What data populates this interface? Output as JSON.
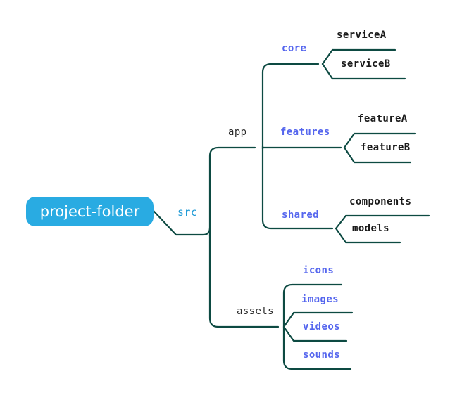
{
  "diagram": {
    "title": "project-folder",
    "type": "mindmap-tree",
    "colors": {
      "root_fill": "#29abe2",
      "root_text": "#ffffff",
      "branch_stroke": "#0d4a42",
      "accent_blue": "#5566ee",
      "cyan_blue": "#1e9ad6",
      "dark_text": "#1a1a1a",
      "background": "#ffffff"
    },
    "root": {
      "label": "project-folder"
    },
    "level1": {
      "src": "src"
    },
    "level2": {
      "app": "app",
      "assets": "assets"
    },
    "level3": {
      "core": "core",
      "features": "features",
      "shared": "shared",
      "icons": "icons",
      "images": "images",
      "videos": "videos",
      "sounds": "sounds"
    },
    "level4": {
      "serviceA": "serviceA",
      "serviceB": "serviceB",
      "featureA": "featureA",
      "featureB": "featureB",
      "components": "components",
      "models": "models"
    },
    "tree": [
      {
        "label": "project-folder",
        "children": [
          {
            "label": "src",
            "children": [
              {
                "label": "app",
                "children": [
                  {
                    "label": "core",
                    "children": [
                      {
                        "label": "serviceA"
                      },
                      {
                        "label": "serviceB"
                      }
                    ]
                  },
                  {
                    "label": "features",
                    "children": [
                      {
                        "label": "featureA"
                      },
                      {
                        "label": "featureB"
                      }
                    ]
                  },
                  {
                    "label": "shared",
                    "children": [
                      {
                        "label": "components"
                      },
                      {
                        "label": "models"
                      }
                    ]
                  }
                ]
              },
              {
                "label": "assets",
                "children": [
                  {
                    "label": "icons"
                  },
                  {
                    "label": "images"
                  },
                  {
                    "label": "videos"
                  },
                  {
                    "label": "sounds"
                  }
                ]
              }
            ]
          }
        ]
      }
    ]
  }
}
